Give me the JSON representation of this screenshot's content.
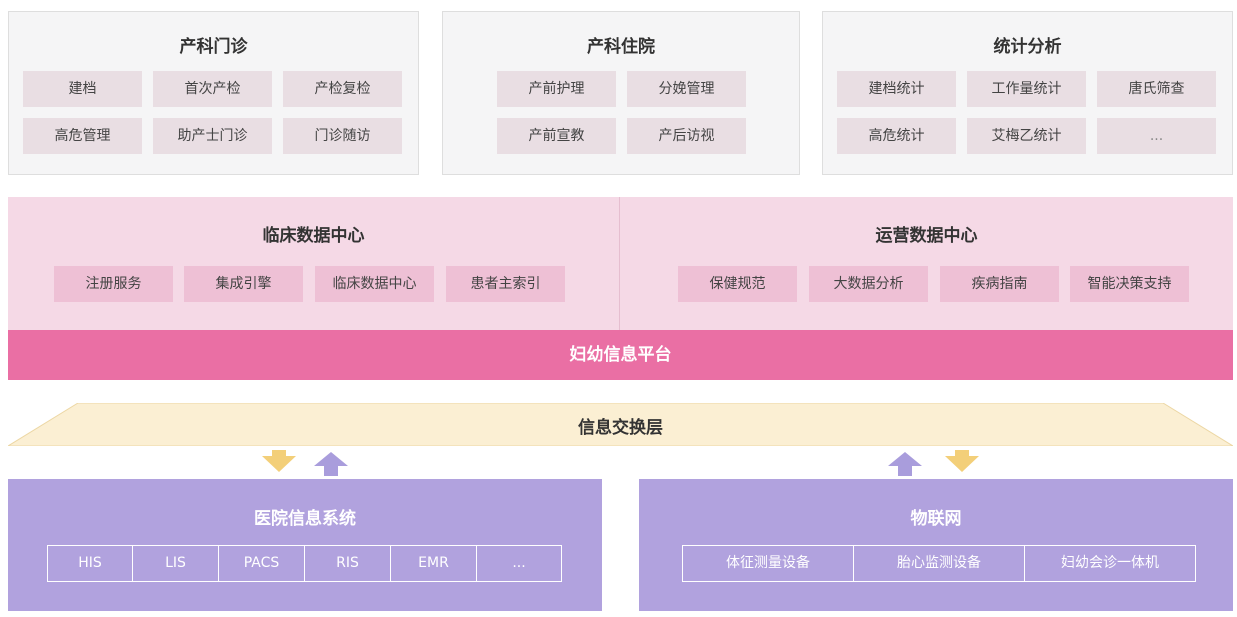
{
  "top_panels": [
    {
      "title": "产科门诊",
      "items": [
        "建档",
        "首次产检",
        "产检复检",
        "高危管理",
        "助产士门诊",
        "门诊随访"
      ]
    },
    {
      "title": "产科住院",
      "items": [
        "产前护理",
        "分娩管理",
        "产前宣教",
        "产后访视"
      ]
    },
    {
      "title": "统计分析",
      "items": [
        "建档统计",
        "工作量统计",
        "唐氏筛查",
        "高危统计",
        "艾梅乙统计",
        "..."
      ]
    }
  ],
  "platform": {
    "clinical": {
      "title": "临床数据中心",
      "items": [
        "注册服务",
        "集成引擎",
        "临床数据中心",
        "患者主索引"
      ]
    },
    "operations": {
      "title": "运营数据中心",
      "items": [
        "保健规范",
        "大数据分析",
        "疾病指南",
        "智能决策支持"
      ]
    },
    "bar_label": "妇幼信息平台"
  },
  "exchange": {
    "label": "信息交换层"
  },
  "systems": {
    "hospital": {
      "title": "医院信息系统",
      "items": [
        "HIS",
        "LIS",
        "PACS",
        "RIS",
        "EMR",
        "..."
      ]
    },
    "iot": {
      "title": "物联网",
      "items": [
        "体征测量设备",
        "胎心监测设备",
        "妇幼会诊一体机"
      ]
    }
  },
  "colors": {
    "panel_bg": "#f5f5f6",
    "chip_bg": "#e9dee3",
    "platform_bg": "#f5d9e6",
    "platform_chip": "#eec0d5",
    "platform_bar": "#ea6fa4",
    "exchange_fill": "#fbefd3",
    "arrow_down": "#f3cf79",
    "arrow_up": "#a99ddc",
    "system_bg": "#b1a2de"
  }
}
